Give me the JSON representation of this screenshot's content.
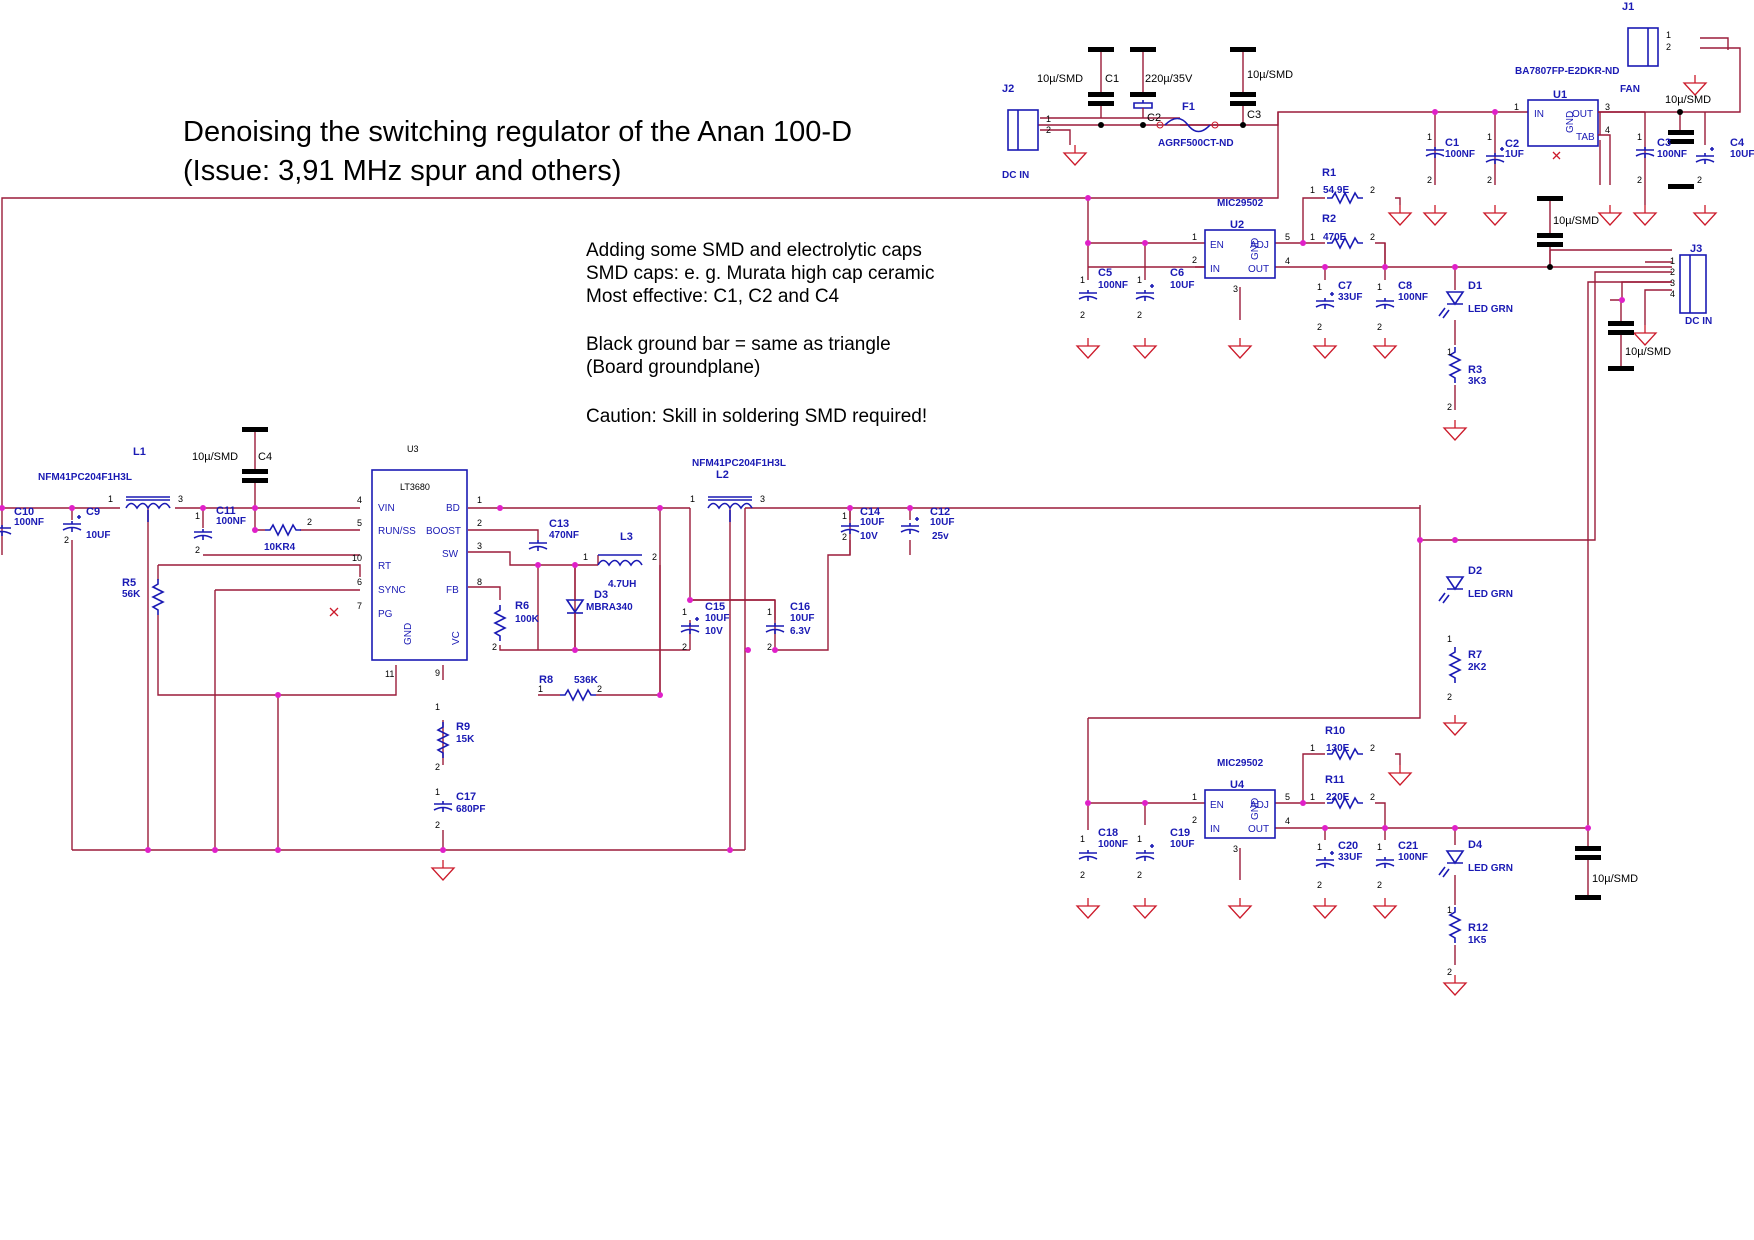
{
  "title": {
    "line1": "Denoising the switching regulator of the Anan 100-D",
    "line2": "(Issue: 3,91 MHz spur and others)"
  },
  "notes": [
    "Adding some SMD and electrolytic caps",
    "SMD caps: e. g. Murata high cap ceramic",
    "Most effective: C1, C2 and C4",
    "Black ground bar = same as triangle",
    "(Board groundplane)",
    "Caution: Skill in soldering SMD required!"
  ],
  "smd_cap": "10µ/SMD",
  "smd_caps": {
    "c1_name": "C1",
    "c2_name": "C2",
    "c2_value": "220µ/35V",
    "c3_name": "C3",
    "c4_name": "C4"
  },
  "connectors": {
    "j1": "J1",
    "j1_part": "BA7807FP-E2DKR-ND",
    "j1_func": "FAN",
    "j2": "J2",
    "j2_func": "DC IN",
    "j3": "J3",
    "j3_func": "DC IN"
  },
  "fuse": {
    "ref": "F1",
    "part": "AGRF500CT-ND"
  },
  "u1": {
    "ref": "U1",
    "in": "IN",
    "out": "OUT",
    "gnd": "GND",
    "tab": "TAB"
  },
  "u2": {
    "ref": "U2",
    "part": "MIC29502",
    "en": "EN",
    "in": "IN",
    "adj": "ADJ",
    "out": "OUT",
    "gnd": "GND"
  },
  "u4": {
    "ref": "U4",
    "part": "MIC29502",
    "en": "EN",
    "in": "IN",
    "adj": "ADJ",
    "out": "OUT",
    "gnd": "GND"
  },
  "u3": {
    "ref": "U3",
    "part": "LT3680",
    "pins_left": [
      "VIN",
      "RUN/SS",
      "RT",
      "SYNC",
      "PG"
    ],
    "pins_right": [
      "BD",
      "BOOST",
      "SW",
      "FB"
    ],
    "pins_bottom": [
      "GND",
      "VC"
    ]
  },
  "inductors": {
    "l1_ref": "L1",
    "l1_part": "NFM41PC204F1H3L",
    "l2_ref": "L2",
    "l2_part": "NFM41PC204F1H3L",
    "l3_ref": "L3",
    "l3_value": "4.7UH"
  },
  "parts": {
    "c1_ref": "C1",
    "c1_val": "100NF",
    "c2_ref": "C2",
    "c2_val": "1UF",
    "c3_ref": "C3",
    "c3_val": "100NF",
    "c4_ref": "C4",
    "c4_val": "10UF",
    "c5_ref": "C5",
    "c5_val": "100NF",
    "c6_ref": "C6",
    "c6_val": "10UF",
    "c7_ref": "C7",
    "c7_val": "33UF",
    "c8_ref": "C8",
    "c8_val": "100NF",
    "c9_ref": "C9",
    "c9_val": "10UF",
    "c10_ref": "C10",
    "c10_val": "100NF",
    "c11_ref": "C11",
    "c11_val": "100NF",
    "c12_ref": "C12",
    "c12_val": "10UF",
    "c12_v": "25v",
    "c13_ref": "C13",
    "c13_val": "470NF",
    "c14_ref": "C14",
    "c14_val": "10UF",
    "c14_v": "10V",
    "c15_ref": "C15",
    "c15_val": "10UF",
    "c15_v": "10V",
    "c16_ref": "C16",
    "c16_val": "10UF",
    "c16_v": "6.3V",
    "c17_ref": "C17",
    "c17_val": "680PF",
    "c18_ref": "C18",
    "c18_val": "100NF",
    "c19_ref": "C19",
    "c19_val": "10UF",
    "c20_ref": "C20",
    "c20_val": "33UF",
    "c21_ref": "C21",
    "c21_val": "100NF",
    "r1_ref": "R1",
    "r1_val": "54.9E",
    "r2_ref": "R2",
    "r2_val": "470E",
    "r3_ref": "R3",
    "r3_val": "3K3",
    "r4_val": "10KR4",
    "r5_ref": "R5",
    "r5_val": "56K",
    "r6_ref": "R6",
    "r6_val": "100K",
    "r7_ref": "R7",
    "r7_val": "2K2",
    "r8_ref": "R8",
    "r8_val": "536K",
    "r9_ref": "R9",
    "r9_val": "15K",
    "r10_ref": "R10",
    "r10_val": "130E",
    "r11_ref": "R11",
    "r11_val": "220E",
    "r12_ref": "R12",
    "r12_val": "1K5",
    "d1_ref": "D1",
    "d1_val": "LED GRN",
    "d2_ref": "D2",
    "d2_val": "LED GRN",
    "d3_ref": "D3",
    "d3_val": "MBRA340",
    "d4_ref": "D4",
    "d4_val": "LED GRN"
  }
}
